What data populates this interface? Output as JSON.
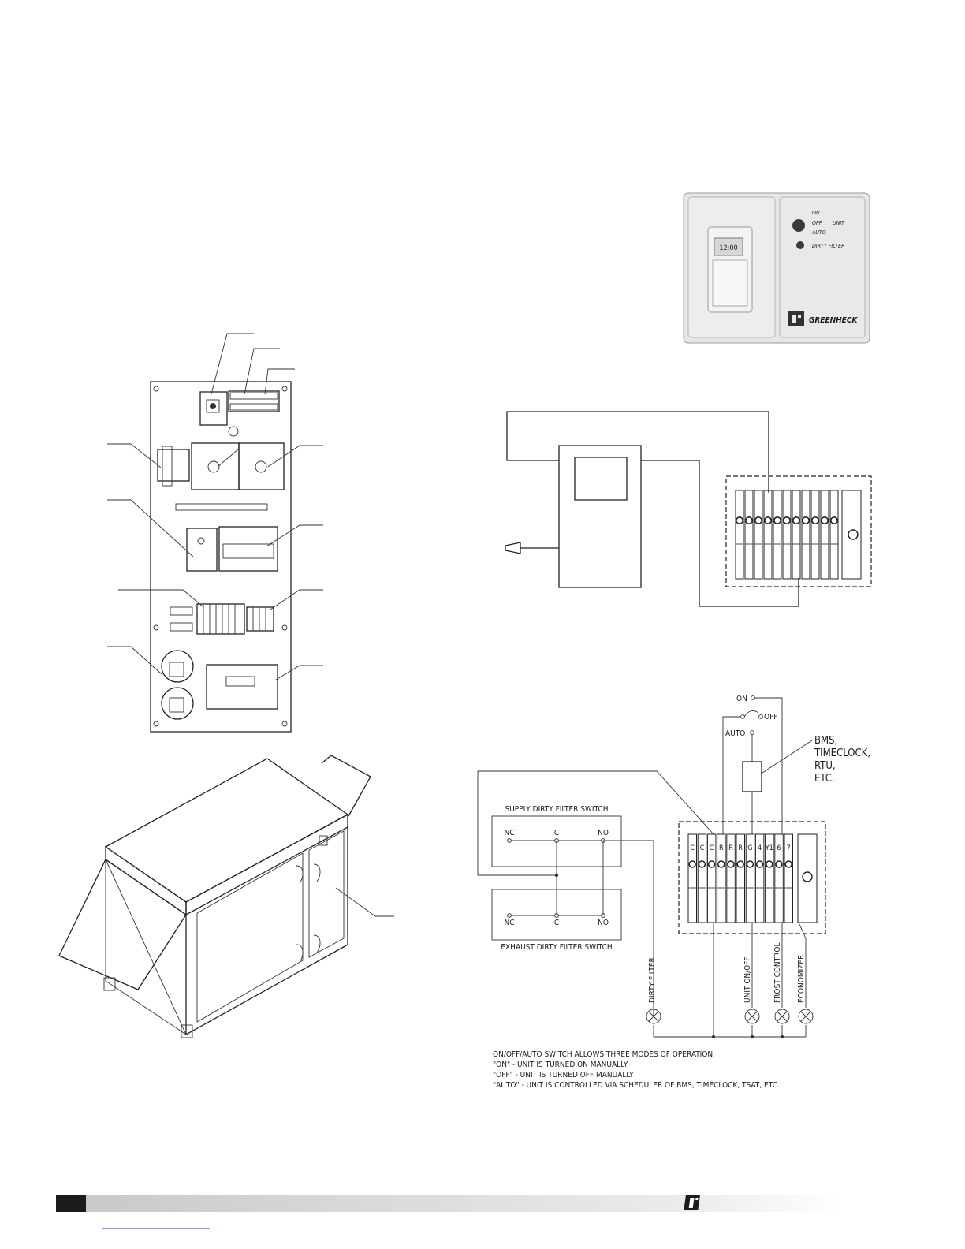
{
  "remote_panel": {
    "switch_labels": [
      "ON",
      "OFF",
      "UNIT",
      "AUTO"
    ],
    "indicator_label": "DIRTY FILTER",
    "brand": "GREENHECK",
    "timer_display": "12:00"
  },
  "wiring": {
    "terminal_labels": [
      "C",
      "C",
      "C",
      "R",
      "R",
      "R",
      "G",
      "4",
      "Y1",
      "6",
      "7"
    ],
    "switch_positions": {
      "on": "ON",
      "off": "OFF",
      "auto": "AUTO"
    },
    "bms_label_lines": [
      "BMS,",
      "TIMECLOCK,",
      "RTU,",
      "ETC."
    ],
    "supply_switch_title": "SUPPLY DIRTY FILTER SWITCH",
    "exhaust_switch_title": "EXHAUST DIRTY FILTER SWITCH",
    "contact_labels": {
      "nc": "NC",
      "c": "C",
      "no": "NO"
    },
    "output_labels": [
      "DIRTY FILTER",
      "UNIT ON/OFF",
      "FROST CONTROL",
      "ECONOMIZER"
    ],
    "notes": [
      "ON/OFF/AUTO SWITCH ALLOWS THREE MODES OF OPERATION",
      "\"ON\" - UNIT IS TURNED ON MANUALLY",
      "\"OFF\" - UNIT IS TURNED OFF MANUALLY",
      "\"AUTO\" - UNIT IS CONTROLLED VIA SCHEDULER OF BMS, TIMECLOCK, TSAT, ETC."
    ]
  },
  "footer": {
    "logo": "greenheck-logo"
  }
}
